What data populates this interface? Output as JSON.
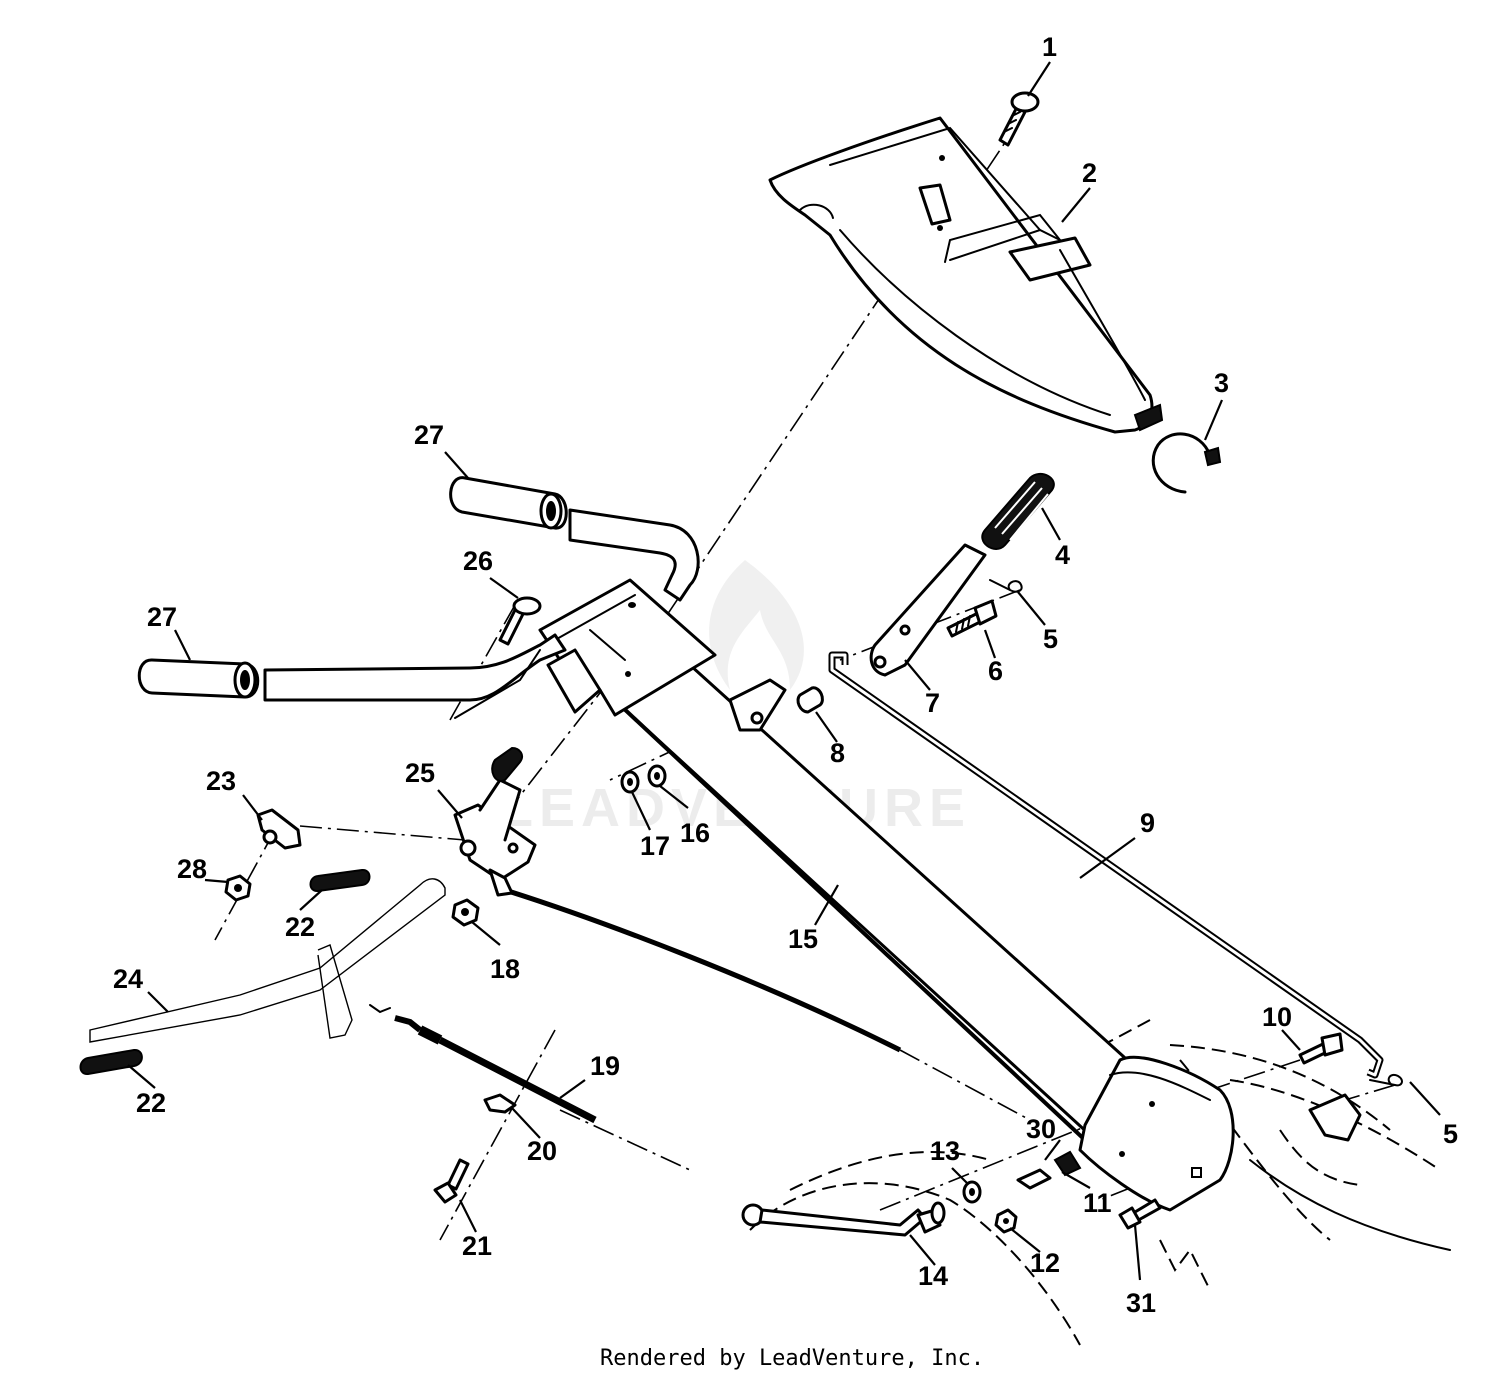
{
  "diagram": {
    "callouts": [
      {
        "id": "c1",
        "text": "1"
      },
      {
        "id": "c2",
        "text": "2"
      },
      {
        "id": "c3",
        "text": "3"
      },
      {
        "id": "c4",
        "text": "4"
      },
      {
        "id": "c5a",
        "text": "5"
      },
      {
        "id": "c5b",
        "text": "5"
      },
      {
        "id": "c6",
        "text": "6"
      },
      {
        "id": "c7",
        "text": "7"
      },
      {
        "id": "c8",
        "text": "8"
      },
      {
        "id": "c9",
        "text": "9"
      },
      {
        "id": "c10",
        "text": "10"
      },
      {
        "id": "c11",
        "text": "11"
      },
      {
        "id": "c12",
        "text": "12"
      },
      {
        "id": "c13",
        "text": "13"
      },
      {
        "id": "c14",
        "text": "14"
      },
      {
        "id": "c15",
        "text": "15"
      },
      {
        "id": "c16",
        "text": "16"
      },
      {
        "id": "c17",
        "text": "17"
      },
      {
        "id": "c18",
        "text": "18"
      },
      {
        "id": "c19",
        "text": "19"
      },
      {
        "id": "c20",
        "text": "20"
      },
      {
        "id": "c21",
        "text": "21"
      },
      {
        "id": "c22a",
        "text": "22"
      },
      {
        "id": "c22b",
        "text": "22"
      },
      {
        "id": "c23",
        "text": "23"
      },
      {
        "id": "c24",
        "text": "24"
      },
      {
        "id": "c25",
        "text": "25"
      },
      {
        "id": "c26",
        "text": "26"
      },
      {
        "id": "c27a",
        "text": "27"
      },
      {
        "id": "c27b",
        "text": "27"
      },
      {
        "id": "c28",
        "text": "28"
      },
      {
        "id": "c30",
        "text": "30"
      },
      {
        "id": "c31",
        "text": "31"
      }
    ],
    "watermark": "LEADVENTURE",
    "credit": "Rendered by LeadVenture, Inc."
  }
}
